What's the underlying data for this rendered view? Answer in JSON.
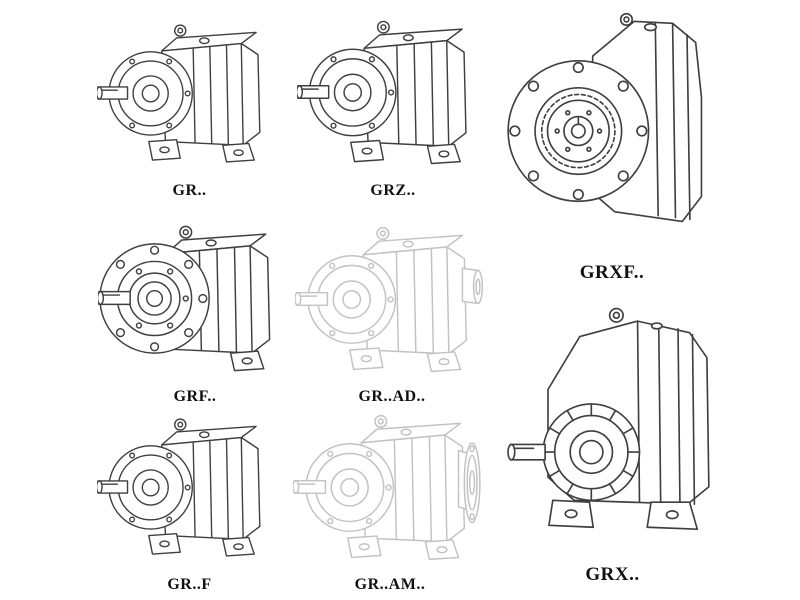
{
  "page": {
    "background": "#ffffff",
    "line_color": "#3f3f3f",
    "faded_line_color": "#c2c2c2"
  },
  "catalog": {
    "items": [
      {
        "id": "gr",
        "label": "GR..",
        "drawing": "helical-gearbox-foot-mounted"
      },
      {
        "id": "grz",
        "label": "GRZ..",
        "drawing": "helical-gearbox-foot-mounted"
      },
      {
        "id": "grxf",
        "label": "GRXF..",
        "drawing": "helical-gearbox-flange-front-view"
      },
      {
        "id": "grf",
        "label": "GRF..",
        "drawing": "helical-gearbox-flange-mounted"
      },
      {
        "id": "grad",
        "label": "GR..AD..",
        "drawing": "helical-gearbox-with-input-adapter-faded"
      },
      {
        "id": "grx",
        "label": "GRX..",
        "drawing": "large-helical-gearbox-foot-mounted"
      },
      {
        "id": "grff",
        "label": "GR..F",
        "drawing": "helical-gearbox-foot-mounted"
      },
      {
        "id": "gram",
        "label": "GR..AM..",
        "drawing": "helical-gearbox-with-motor-flange-faded"
      }
    ]
  }
}
